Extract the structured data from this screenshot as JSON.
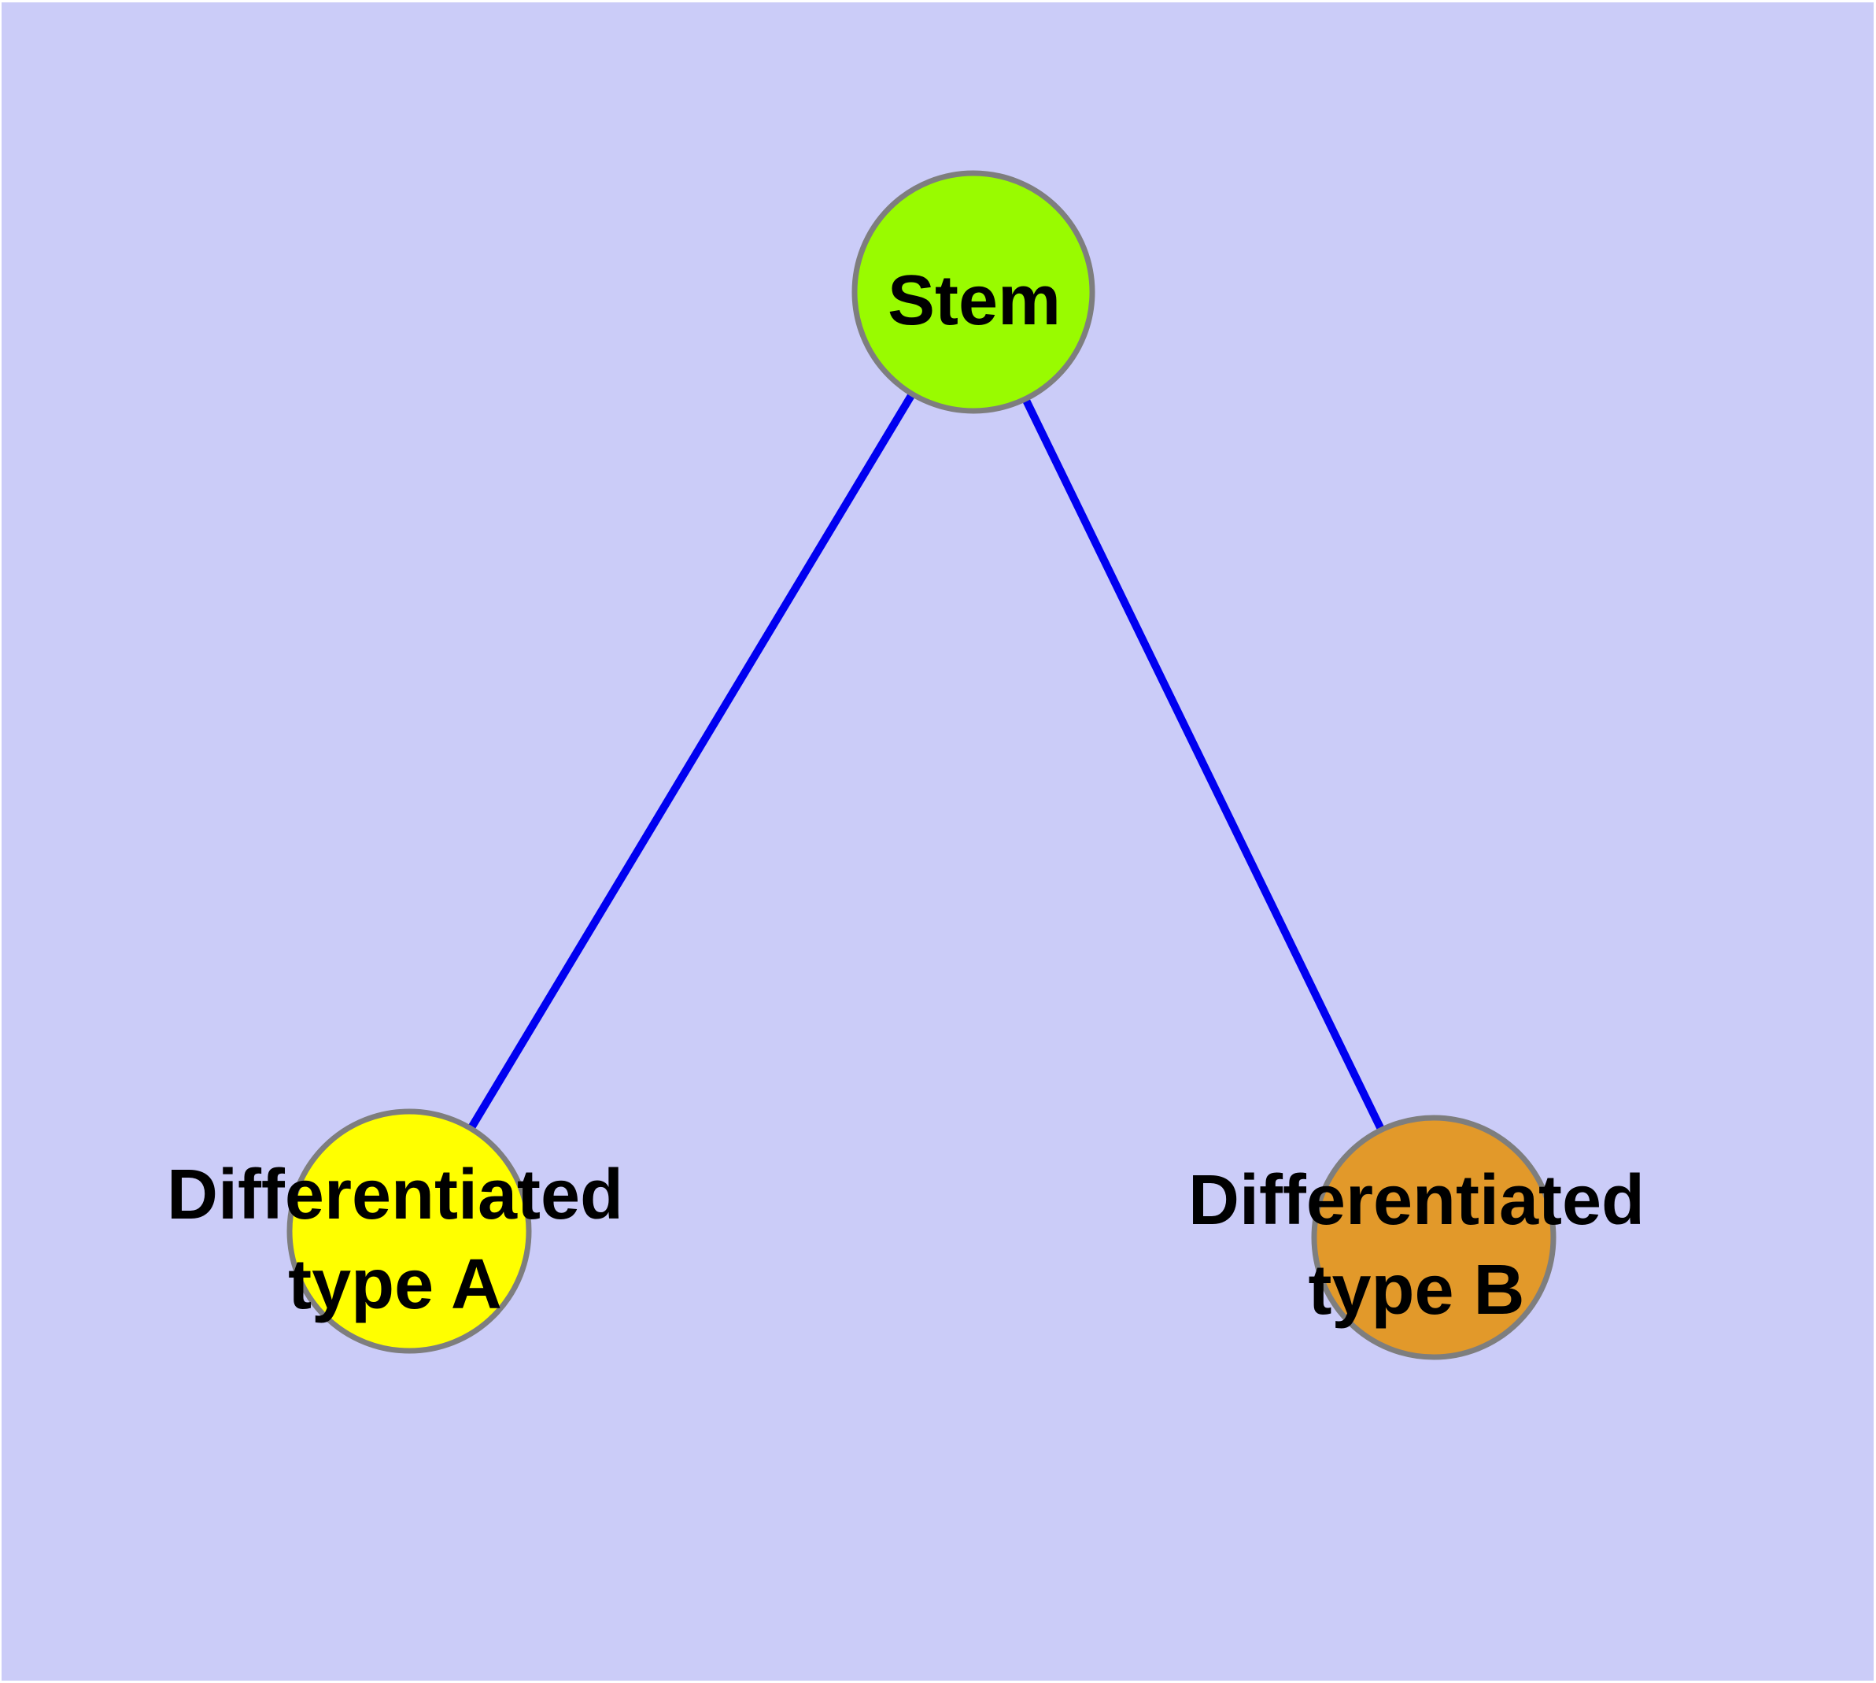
{
  "canvas": {
    "background_color": "#CBCCF8",
    "frame_color": "#FFFFFF"
  },
  "styles": {
    "edge_color": "#0000F0",
    "node_border_color": "#7E7E7E",
    "label_color": "#000000"
  },
  "nodes": {
    "stem": {
      "label": "Stem",
      "fill_color": "#99FB00"
    },
    "type_a": {
      "label_line1": "Differentiated",
      "label_line2": "type A",
      "fill_color": "#FFFF00"
    },
    "type_b": {
      "label_line1": "Differentiated",
      "label_line2": "type B",
      "fill_color": "#E2992A"
    }
  },
  "edges": [
    {
      "from": "Stem",
      "to": "Differentiated type A"
    },
    {
      "from": "Stem",
      "to": "Differentiated type B"
    }
  ]
}
